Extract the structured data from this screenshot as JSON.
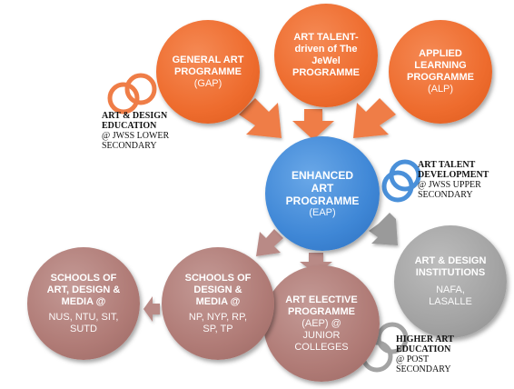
{
  "colors": {
    "orange": "#ee6c2e",
    "blue": "#3f87d6",
    "gray": "#a3a3a3",
    "mauve": "#b07b76",
    "arrow_orange": "#ef7d47",
    "arrow_gray": "#9a9a9a",
    "arrow_mauve": "#b98a86"
  },
  "circles": {
    "gap": {
      "title": "GENERAL ART\nPROGRAMME",
      "sub": "(GAP)"
    },
    "talent": {
      "title": "ART TALENT-\ndriven of The\nJeWel\nPROGRAMME",
      "sub": ""
    },
    "alp": {
      "title": "APPLIED\nLEARNING\nPROGRAMME",
      "sub": "(ALP)"
    },
    "eap": {
      "title": "ENHANCED\nART\nPROGRAMME",
      "sub": "(EAP)"
    },
    "institutions": {
      "title": "ART  & DESIGN\nINSTITUTIONS",
      "sub": "NAFA,\nLASALLE"
    },
    "aep": {
      "title": "ART ELECTIVE\nPROGRAMME",
      "sub": "(AEP) @\nJUNIOR\nCOLLEGES"
    },
    "schools_design": {
      "title": "SCHOOLS OF\nDESIGN &\nMEDIA @",
      "sub": "NP, NYP, RP,\nSP, TP"
    },
    "schools_art": {
      "title": "SCHOOLS OF\nART, DESIGN &\nMEDIA @",
      "sub": "NUS, NTU, SIT,\nSUTD"
    }
  },
  "labels": {
    "lower": {
      "l1": "ART & DESIGN",
      "l2": "EDUCATION",
      "l3": "@ JWSS LOWER",
      "l4": "SECONDARY"
    },
    "upper": {
      "l1": "ART TALENT",
      "l2": "DEVELOPMENT",
      "l3": "@ JWSS UPPER",
      "l4": "SECONDARY"
    },
    "higher": {
      "l1": "HIGHER ART",
      "l2": "EDUCATION",
      "l3": "@ POST",
      "l4": "SECONDARY"
    }
  },
  "icons": [
    "rings-icon",
    "arrow-icon"
  ]
}
